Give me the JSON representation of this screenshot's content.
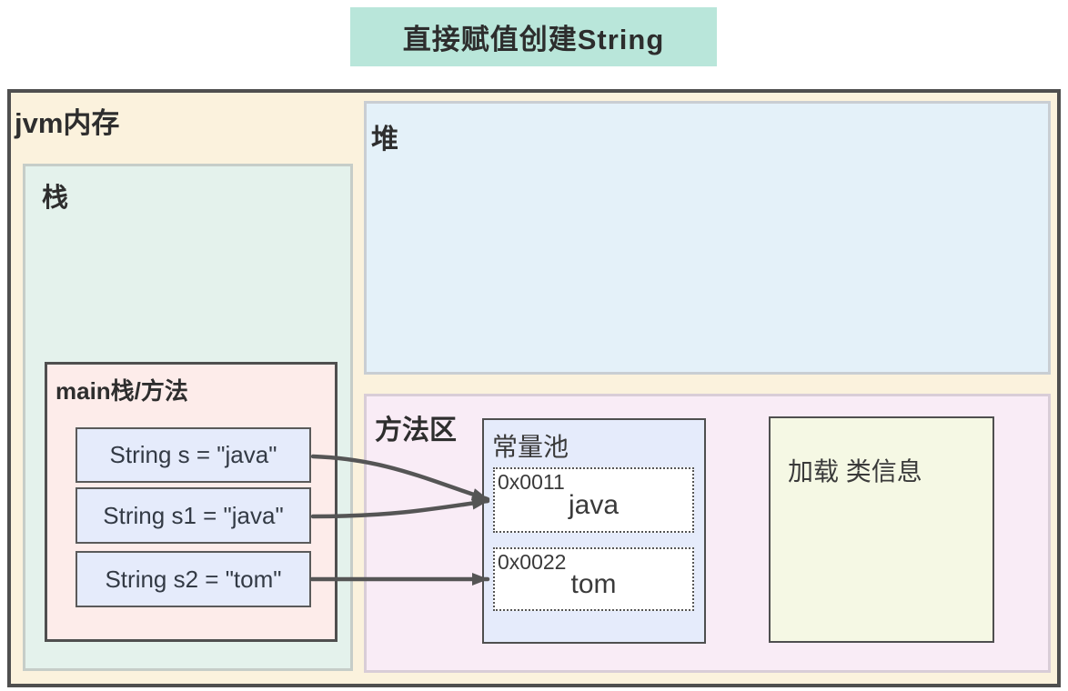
{
  "title": "直接赋值创建String",
  "diagram": {
    "jvm_memory": {
      "label": "jvm内存"
    },
    "stack": {
      "label": "栈",
      "main_frame": {
        "label": "main栈/方法",
        "variables": [
          {
            "code": "String s = \"java\""
          },
          {
            "code": "String s1 = \"java\""
          },
          {
            "code": "String s2 = \"tom\""
          }
        ]
      }
    },
    "heap": {
      "label": "堆"
    },
    "method_area": {
      "label": "方法区",
      "constant_pool": {
        "label": "常量池",
        "entries": [
          {
            "address": "0x0011",
            "value": "java"
          },
          {
            "address": "0x0022",
            "value": "tom"
          }
        ]
      },
      "class_info": {
        "label": "加载 类信息"
      }
    }
  },
  "relations": [
    {
      "from": "String s",
      "to": "0x0011"
    },
    {
      "from": "String s1",
      "to": "0x0011"
    },
    {
      "from": "String s2",
      "to": "0x0022"
    }
  ],
  "colors": {
    "title_bg": "#b9e6da",
    "jvm_bg": "#fbf2dd",
    "stack_bg": "#e4f2ec",
    "heap_bg": "#e4f1f9",
    "main_frame_bg": "#fdecea",
    "variable_bg": "#e5ebfb",
    "method_area_bg": "#f9ecf6",
    "constant_pool_bg": "#e5ebfb",
    "class_info_bg": "#f5f8e4",
    "pool_entry_bg": "#ffffff",
    "border_dark": "#4f4f4f",
    "arrow": "#555555"
  }
}
